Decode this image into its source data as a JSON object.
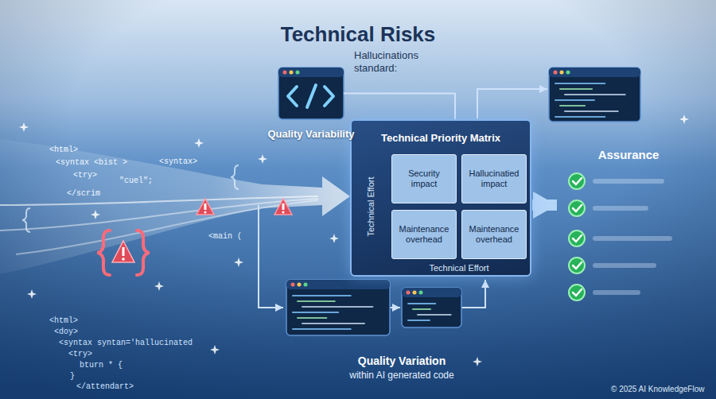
{
  "diagram": {
    "title": "Technical Risks",
    "nodes": [
      {
        "text": [
          "Quality Variability"
        ]
      },
      {
        "text": [
          "Technical Priority Matrix",
          "Technical Effort",
          "Technical Effort"
        ]
      },
      {
        "text": [
          "Security impact"
        ],
        "in": 1
      },
      {
        "text": [
          "Hallucinatied impact"
        ],
        "in": 1
      },
      {
        "text": [
          "Maintenance overhead"
        ],
        "in": 1
      },
      {
        "text": [
          "Maintenance overhead"
        ],
        "in": 1
      },
      {
        "text": [
          "Assurance"
        ]
      },
      {
        "text": [
          "Quality Variation",
          "within AI generated code"
        ]
      }
    ],
    "edges": [
      {
        "from": 0,
        "to": 1,
        "arrow": "none"
      },
      {
        "from": 1,
        "to": 6,
        "arrow": "to"
      }
    ],
    "labels": [
      "Hallucinations standard:",
      "<html>",
      "<syntax <bist >",
      "<try>",
      "\"cuel\";",
      "</scrim",
      "<syntax>",
      "<main (",
      "<html>",
      "<doy>",
      "<syntax syntan='hallucinated",
      "<try>",
      "bturn * {",
      "}",
      "</attendart>",
      "© 2025 AI KnowledgeFlow"
    ]
  }
}
